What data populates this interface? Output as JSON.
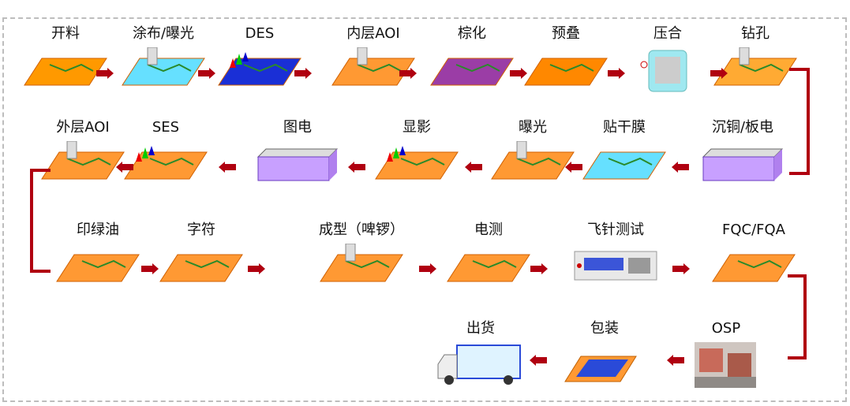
{
  "steps": [
    {
      "label": "开料",
      "icon": "cut-laminate-icon",
      "color": "#ff9900"
    },
    {
      "label": "涂布/曝光",
      "icon": "coating-exposure-icon",
      "color": "#66e0ff"
    },
    {
      "label": "DES",
      "icon": "develop-etch-strip-icon",
      "color": "#1a2fd6"
    },
    {
      "label": "内层AOI",
      "icon": "inner-aoi-icon",
      "color": "#ff9933"
    },
    {
      "label": "棕化",
      "icon": "brown-oxide-icon",
      "color": "#9b3da6"
    },
    {
      "label": "预叠",
      "icon": "layup-icon",
      "color": "#ff8800"
    },
    {
      "label": "压合",
      "icon": "lamination-press-icon",
      "color": "#9fe8f0"
    },
    {
      "label": "钻孔",
      "icon": "drilling-icon",
      "color": "#ffaa33"
    },
    {
      "label": "沉铜/板电",
      "icon": "copper-plating-icon",
      "color": "#c8a0ff"
    },
    {
      "label": "贴干膜",
      "icon": "dry-film-icon",
      "color": "#66e0ff"
    },
    {
      "label": "曝光",
      "icon": "exposure-icon",
      "color": "#ff9933"
    },
    {
      "label": "显影",
      "icon": "developing-icon",
      "color": "#ff9933"
    },
    {
      "label": "图电",
      "icon": "pattern-plating-icon",
      "color": "#c8a0ff"
    },
    {
      "label": "SES",
      "icon": "strip-etch-strip-icon",
      "color": "#ff9933"
    },
    {
      "label": "外层AOI",
      "icon": "outer-aoi-icon",
      "color": "#ff9933"
    },
    {
      "label": "印绿油",
      "icon": "solder-mask-icon",
      "color": "#ff9933"
    },
    {
      "label": "字符",
      "icon": "legend-print-icon",
      "color": "#ff9933"
    },
    {
      "label": "成型（啤锣）",
      "icon": "routing-icon",
      "color": "#ff9933"
    },
    {
      "label": "电测",
      "icon": "electrical-test-icon",
      "color": "#ff9933"
    },
    {
      "label": "飞针测试",
      "icon": "flying-probe-tester-icon",
      "color": "#e8e8e8"
    },
    {
      "label": "FQC/FQA",
      "icon": "magnifier-inspection-icon",
      "color": "#ff9933"
    },
    {
      "label": "OSP",
      "icon": "osp-line-photo-icon",
      "color": "#c86a5a"
    },
    {
      "label": "包装",
      "icon": "packaging-box-icon",
      "color": "#ff9933"
    },
    {
      "label": "出货",
      "icon": "delivery-truck-icon",
      "color": "#2a4ad8"
    }
  ],
  "arrow_color": "#b00010"
}
